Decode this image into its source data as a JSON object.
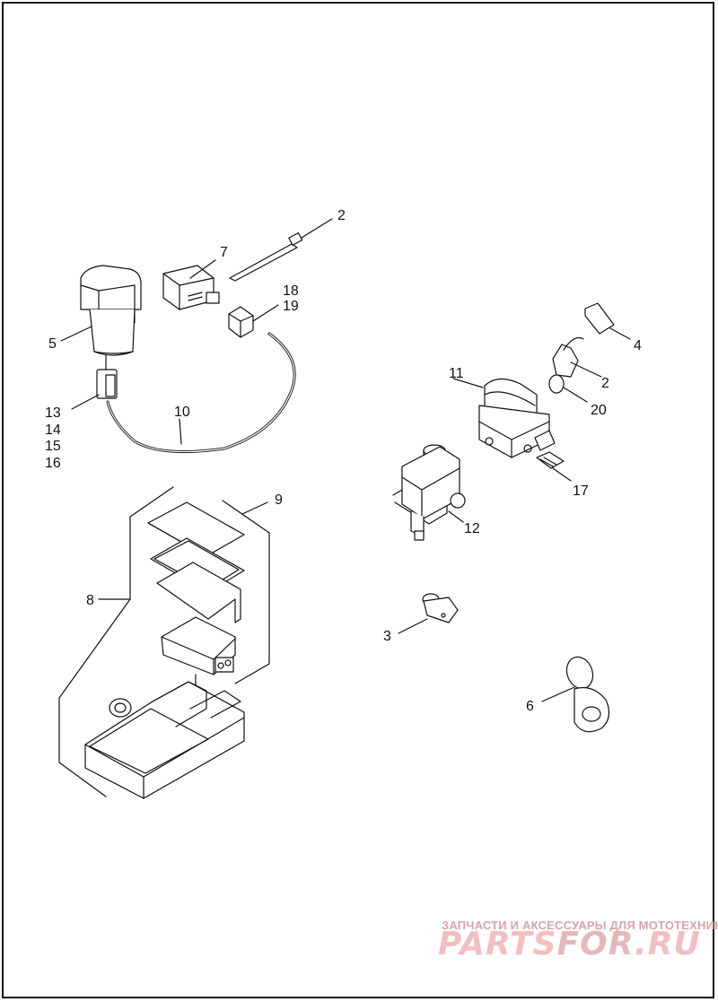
{
  "watermark": {
    "tagline": "ЗАПЧАСТИ И АКСЕССУАРЫ ДЛЯ МОТОТЕХНИКИ",
    "logo_part1": "PARTS",
    "logo_part2": "FOR",
    "logo_part3": ".RU"
  },
  "callouts": {
    "c2a": "2",
    "c7": "7",
    "c18": "18",
    "c19": "19",
    "c5": "5",
    "c4": "4",
    "c2b": "2",
    "c11": "11",
    "c20": "20",
    "c13": "13",
    "c14": "14",
    "c15": "15",
    "c16": "16",
    "c10": "10",
    "c17": "17",
    "c9": "9",
    "c12": "12",
    "c8": "8",
    "c3": "3",
    "c6": "6"
  }
}
